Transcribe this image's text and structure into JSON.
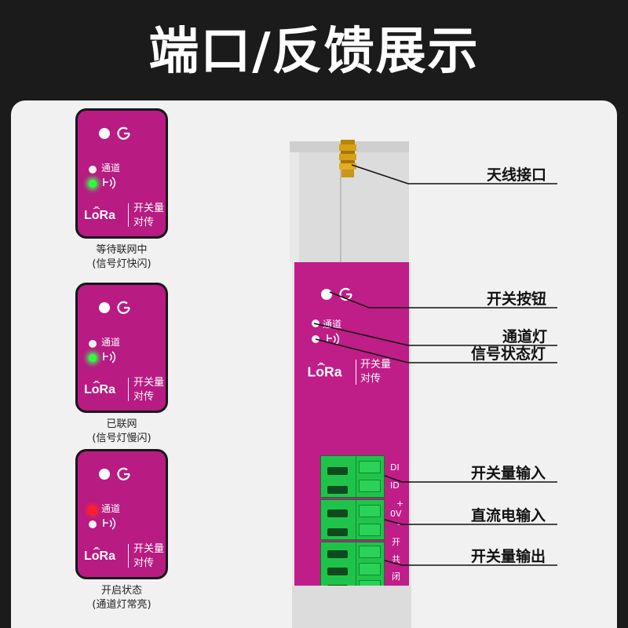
{
  "title": "端口/反馈展示",
  "product": {
    "brand": "LoRa",
    "line1": "开关量",
    "line2": "对传"
  },
  "led_label": "通道",
  "cards": [
    {
      "caption_line1": "等待联网中",
      "caption_line2": "(信号灯快闪)",
      "channel_led": "off",
      "signal_led": "green"
    },
    {
      "caption_line1": "已联网",
      "caption_line2": "(信号灯慢闪)",
      "channel_led": "off",
      "signal_led": "green"
    },
    {
      "caption_line1": "开启状态",
      "caption_line2": "(通道灯常亮)",
      "channel_led": "red",
      "signal_led": "off"
    }
  ],
  "terminal_labels": {
    "di": "DI",
    "id": "ID",
    "plus": "+",
    "ov": "0V",
    "minus": "-",
    "kai": "开",
    "gong": "共",
    "bi": "闭"
  },
  "callouts": [
    "天线接口",
    "开关按钮",
    "通道灯",
    "信号状态灯",
    "开关量输入",
    "直流电输入",
    "开关量输出"
  ],
  "colors": {
    "background": "#1b1b1b",
    "panel": "#f1f1f1",
    "device_magenta": "#bf1d87",
    "terminal_green": "#20c34a",
    "led_green": "#2dff3c",
    "led_red": "#ff1f2a"
  }
}
